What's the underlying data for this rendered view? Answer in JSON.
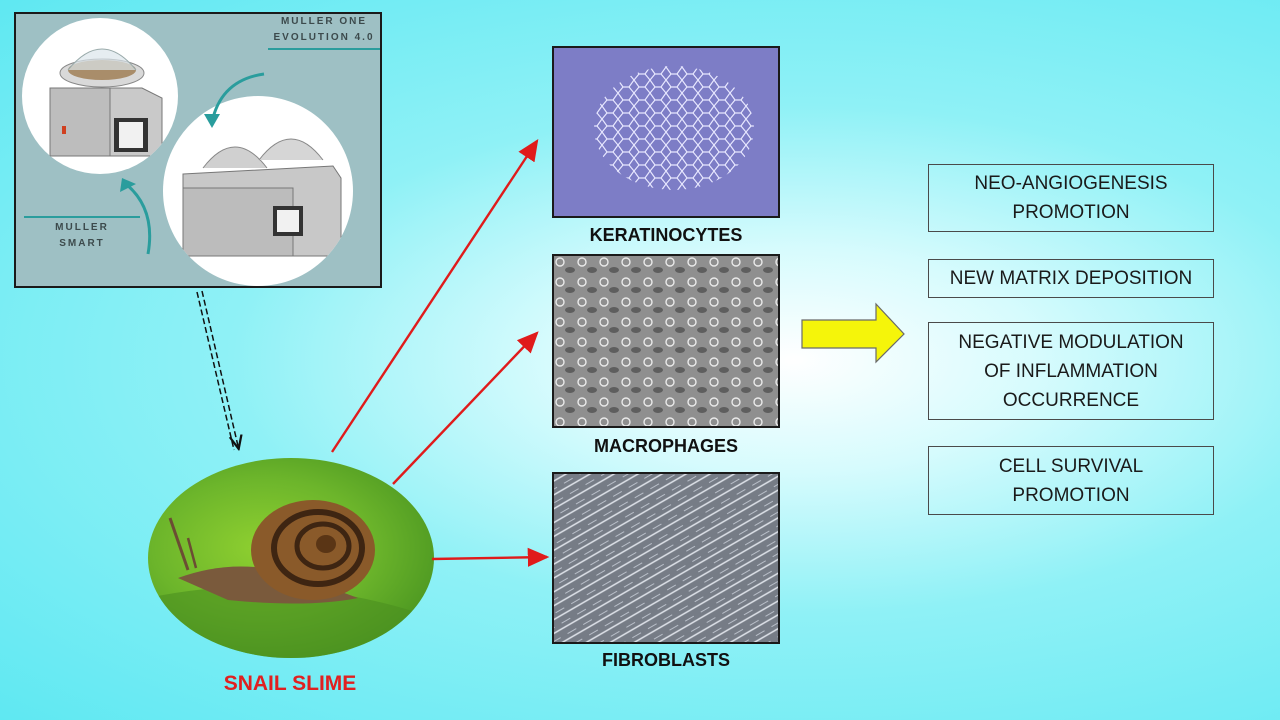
{
  "machines": {
    "one_label_line1": "MULLER ONE",
    "one_label_line2": "EVOLUTION 4.0",
    "smart_label_line1": "MULLER",
    "smart_label_line2": "SMART"
  },
  "source_label": "SNAIL SLIME",
  "cells": [
    {
      "label": "KERATINOCYTES"
    },
    {
      "label": "MACROPHAGES"
    },
    {
      "label": "FIBROBLASTS"
    }
  ],
  "outcomes": [
    {
      "text": "NEO-ANGIOGENESIS\nPROMOTION"
    },
    {
      "text": "NEW MATRIX DEPOSITION"
    },
    {
      "text": "NEGATIVE MODULATION\nOF INFLAMMATION\nOCCURRENCE"
    },
    {
      "text": "CELL SURVIVAL\nPROMOTION"
    }
  ],
  "colors": {
    "flow_arrow": "#e01b1b",
    "big_arrow_fill": "#f5f50a",
    "source_label": "#e02020",
    "accent_teal": "#2a9d9d"
  }
}
